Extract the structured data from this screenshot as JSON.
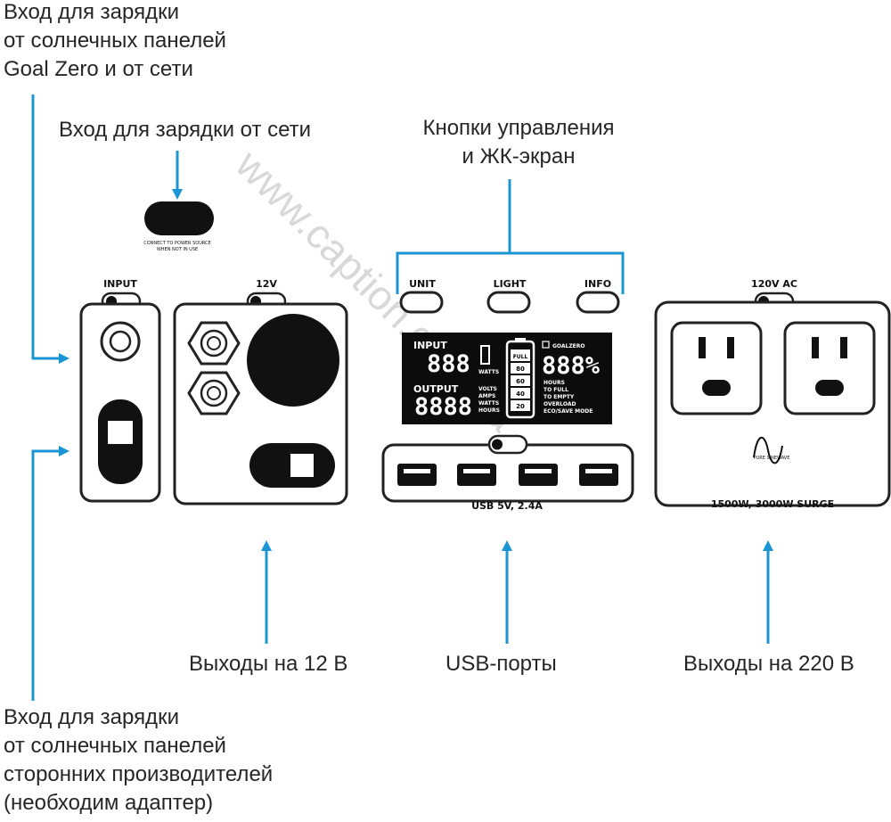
{
  "watermark": "www.caption.com.ua",
  "labels": {
    "solar_goal_zero": [
      "Вход для зарядки",
      "от солнечных панелей",
      "Goal Zero и от сети"
    ],
    "ac_input": "Вход для зарядки от сети",
    "controls": [
      "Кнопки управления",
      "и ЖК-экран"
    ],
    "out_12v": "Выходы на 12 В",
    "usb_ports": "USB-порты",
    "out_220v": "Выходы на 220 В",
    "solar_third_party": [
      "Вход для зарядки",
      "от солнечных панелей",
      "сторонних производителей",
      "(необходим адаптер)"
    ]
  },
  "device": {
    "input_label": "INPUT",
    "v12_label": "12V",
    "ac_label": "120V AC",
    "ac_rating": "1500W, 3000W SURGE",
    "usb_rating": "USB 5V, 2.4A",
    "connect_note": [
      "CONNECT TO POWER SOURCE",
      "WHEN NOT IN USE"
    ],
    "buttons": [
      "UNIT",
      "LIGHT",
      "INFO"
    ],
    "sine_caption": "PURE SINEWAVE",
    "lcd": {
      "input_label": "INPUT",
      "output_label": "OUTPUT",
      "watts": "WATTS",
      "units": [
        "VOLTS",
        "AMPS",
        "WATTS",
        "HOURS"
      ],
      "input_digits": "888",
      "output_digits": "8888",
      "battery_levels": [
        "FULL",
        "80",
        "60",
        "40",
        "20"
      ],
      "brand": "GOALZERO",
      "percent": "888%",
      "status_lines": [
        "HOURS",
        "TO FULL",
        "TO EMPTY",
        "OVERLOAD",
        "ECO/SAVE MODE"
      ]
    }
  },
  "colors": {
    "accent": "#1b95d4",
    "line": "#222222",
    "lcd_bg": "#0c0c0c",
    "text": "#262626"
  }
}
